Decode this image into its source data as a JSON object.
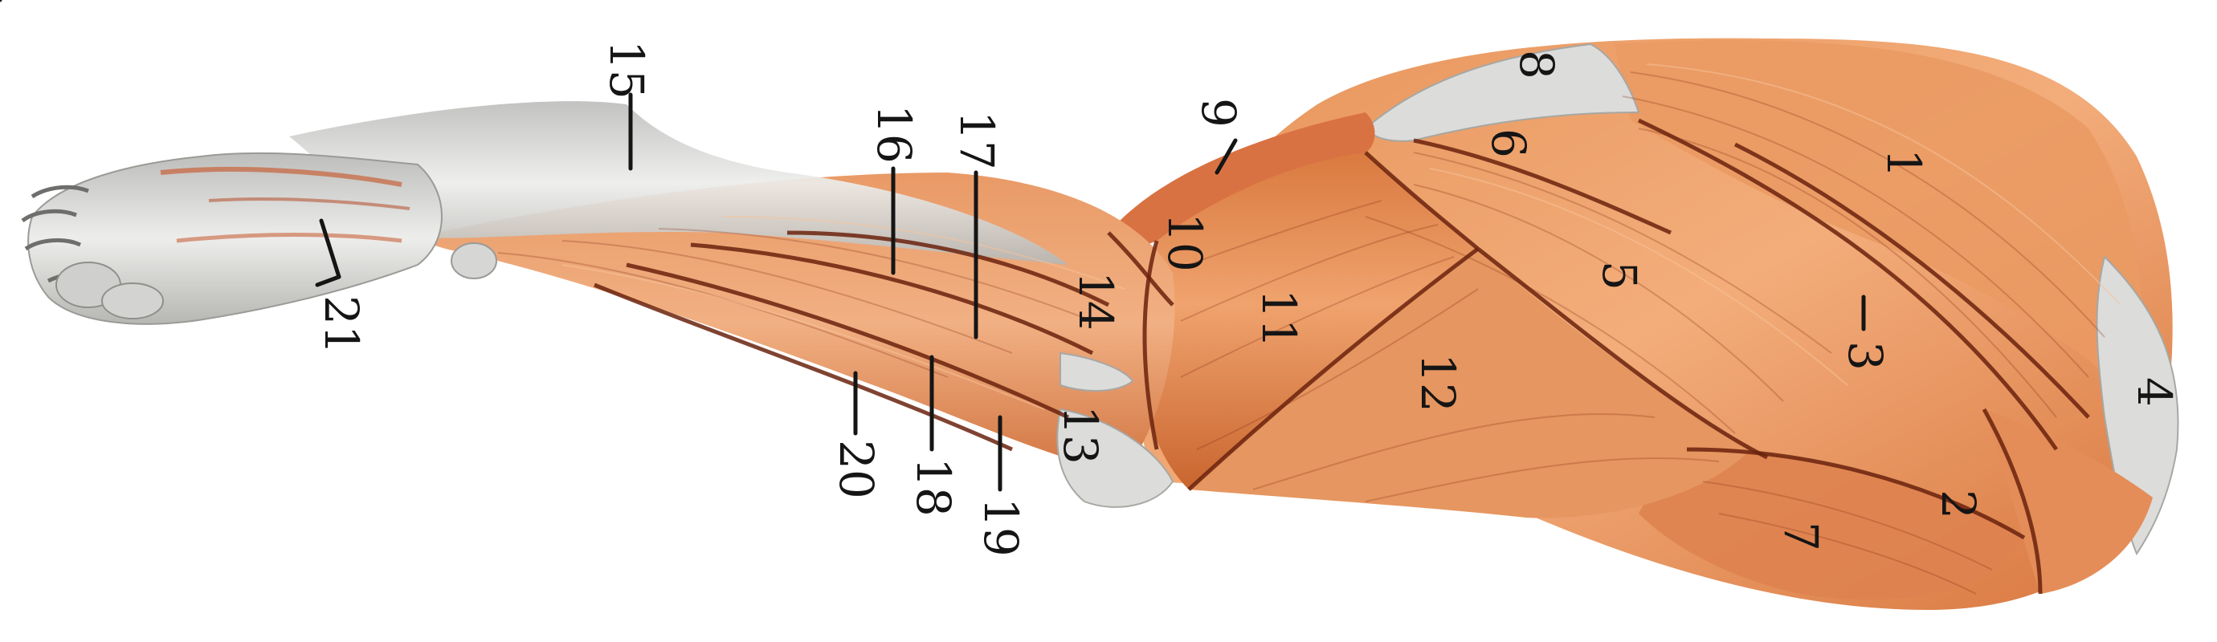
{
  "figure": {
    "background_color": "#ffffff",
    "muscle_color": "#e38a52",
    "tendon_color": "#dcdcda",
    "label_color": "#151515"
  },
  "labels": [
    {
      "id": "1",
      "text": "1"
    },
    {
      "id": "2",
      "text": "2"
    },
    {
      "id": "3",
      "text": "3"
    },
    {
      "id": "4",
      "text": "4"
    },
    {
      "id": "5",
      "text": "5"
    },
    {
      "id": "6",
      "text": "6"
    },
    {
      "id": "7",
      "text": "7"
    },
    {
      "id": "8",
      "text": "8"
    },
    {
      "id": "9",
      "text": "9"
    },
    {
      "id": "10",
      "text": "10"
    },
    {
      "id": "11",
      "text": "11"
    },
    {
      "id": "12",
      "text": "12"
    },
    {
      "id": "13",
      "text": "13"
    },
    {
      "id": "14",
      "text": "14"
    },
    {
      "id": "15",
      "text": "15"
    },
    {
      "id": "16",
      "text": "16"
    },
    {
      "id": "17",
      "text": "17"
    },
    {
      "id": "18",
      "text": "18"
    },
    {
      "id": "19",
      "text": "19"
    },
    {
      "id": "20",
      "text": "20"
    },
    {
      "id": "21",
      "text": "21"
    }
  ]
}
